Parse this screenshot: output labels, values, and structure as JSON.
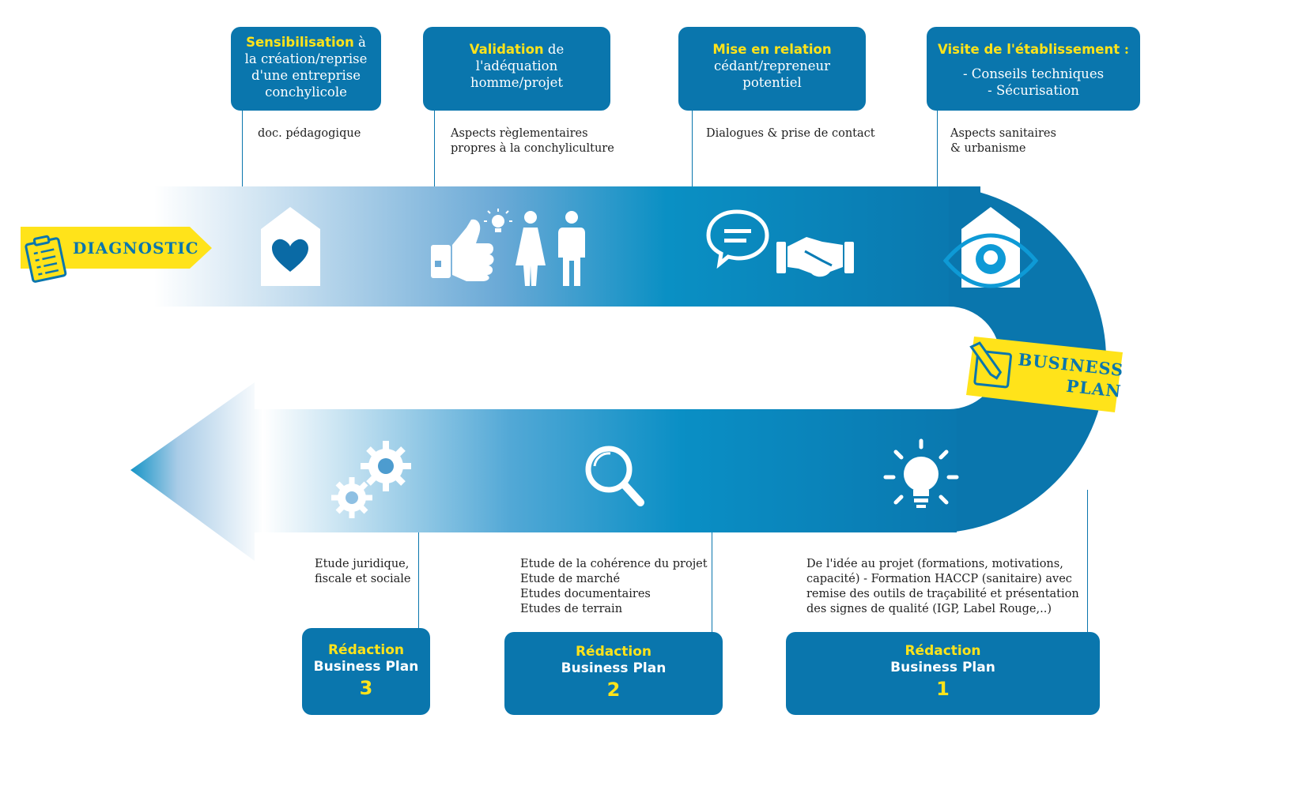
{
  "colors": {
    "primary": "#0a76ad",
    "accent": "#ffe31a",
    "text": "#1f1f1f"
  },
  "tags": {
    "diagnostic": "DIAGNOSTIC",
    "business_plan_line1": "BUSINESS",
    "business_plan_line2": "PLAN"
  },
  "top_boxes": [
    {
      "highlight": "Sensibilisation",
      "rest1": " à",
      "lines": [
        "la création/reprise",
        "d'une entreprise",
        "conchylicole"
      ]
    },
    {
      "highlight": "Validation",
      "rest1": " de",
      "lines": [
        "l'adéquation",
        "homme/projet"
      ]
    },
    {
      "highlight": "Mise en relation",
      "rest1": "",
      "lines": [
        "cédant/repreneur",
        "potentiel"
      ]
    },
    {
      "highlight": "Visite de l'établissement",
      "rest1": " :",
      "lines": [
        "- Conseils techniques",
        "- Sécurisation"
      ]
    }
  ],
  "top_notes": [
    {
      "lines": [
        "doc. pédagogique"
      ]
    },
    {
      "lines": [
        "Aspects règlementaires",
        "propres à la conchyliculture"
      ]
    },
    {
      "lines": [
        "Dialogues & prise de contact"
      ]
    },
    {
      "lines": [
        "Aspects sanitaires",
        "& urbanisme"
      ]
    }
  ],
  "bottom_notes": [
    {
      "lines": [
        "Etude juridique,",
        "fiscale et sociale"
      ]
    },
    {
      "lines": [
        "Etude de la cohérence du projet",
        "Etude de marché",
        "Etudes documentaires",
        "Etudes de terrain"
      ]
    },
    {
      "lines": [
        "De l'idée au projet (formations, motivations,",
        "capacité) - Formation HACCP (sanitaire) avec",
        "remise des outils de traçabilité et présentation",
        "des signes de qualité (IGP, Label Rouge,..)"
      ]
    }
  ],
  "bottom_boxes": [
    {
      "line1": "Rédaction",
      "line2": "Business Plan",
      "number": "3"
    },
    {
      "line1": "Rédaction",
      "line2": "Business Plan",
      "number": "2"
    },
    {
      "line1": "Rédaction",
      "line2": "Business Plan",
      "number": "1"
    }
  ],
  "icons": {
    "upper": [
      "house-heart-icon",
      "thumbs-up-idea-icon",
      "woman-man-icon",
      "speech-bubble-icon",
      "handshake-icon",
      "house-eye-icon"
    ],
    "lower": [
      "gears-icon",
      "magnifier-icon",
      "lightbulb-icon"
    ],
    "tags": [
      "clipboard-checklist-icon",
      "pencil-square-icon"
    ]
  }
}
